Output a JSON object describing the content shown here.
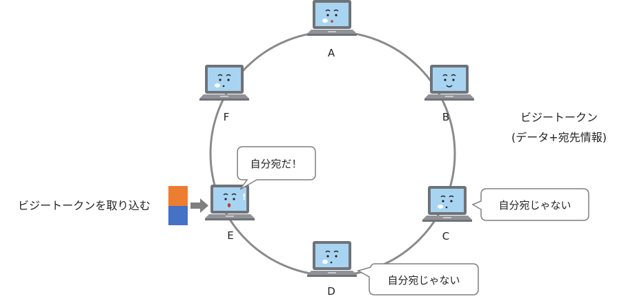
{
  "ring": {
    "color": "#8a8a8a"
  },
  "nodes": [
    {
      "id": "A",
      "label": "A",
      "face": "neutral"
    },
    {
      "id": "B",
      "label": "B",
      "face": "smile"
    },
    {
      "id": "C",
      "label": "C",
      "face": "neutral"
    },
    {
      "id": "D",
      "label": "D",
      "face": "neutral"
    },
    {
      "id": "E",
      "label": "E",
      "face": "surprised"
    },
    {
      "id": "F",
      "label": "F",
      "face": "neutral"
    }
  ],
  "bubbles": {
    "e": "自分宛だ！",
    "c": "自分宛じゃない",
    "d": "自分宛じゃない"
  },
  "token_caption": {
    "line1": "ビジートークン",
    "line2": "(データ+宛先情報)"
  },
  "intake_caption": "ビジートークンを取り込む",
  "colors": {
    "screen": "#a8d4f2",
    "laptop_body": "#8f9296",
    "token_top": "#ed7d31",
    "token_bottom": "#4472c4",
    "arrow": "#7f7f7f"
  }
}
